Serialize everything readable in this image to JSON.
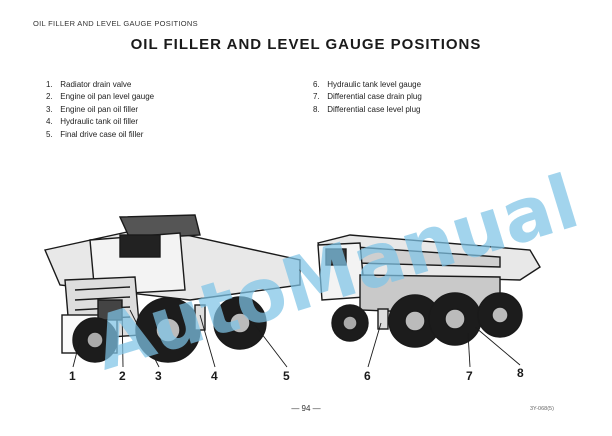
{
  "header": {
    "running_head": "OIL FILLER AND LEVEL GAUGE POSITIONS"
  },
  "title": "OIL FILLER AND LEVEL GAUGE POSITIONS",
  "legend_left": [
    {
      "num": "1.",
      "label": "Radiator drain valve"
    },
    {
      "num": "2.",
      "label": "Engine oil pan level gauge"
    },
    {
      "num": "3.",
      "label": "Engine oil pan oil filler"
    },
    {
      "num": "4.",
      "label": "Hydraulic tank oil filler"
    },
    {
      "num": "5.",
      "label": "Final drive case oil filler"
    }
  ],
  "legend_right": [
    {
      "num": "6.",
      "label": "Hydraulic tank level gauge"
    },
    {
      "num": "7.",
      "label": "Differential case drain plug"
    },
    {
      "num": "8.",
      "label": "Differential case level plug"
    }
  ],
  "callouts": [
    "1",
    "2",
    "3",
    "4",
    "5",
    "6",
    "7",
    "8"
  ],
  "watermark": "AutoManual",
  "colors": {
    "watermark": "#7ec3e6",
    "ink": "#1f1f1f"
  },
  "footer": {
    "page_number": "— 94 —",
    "figure_code": "3Y-068(5)"
  }
}
